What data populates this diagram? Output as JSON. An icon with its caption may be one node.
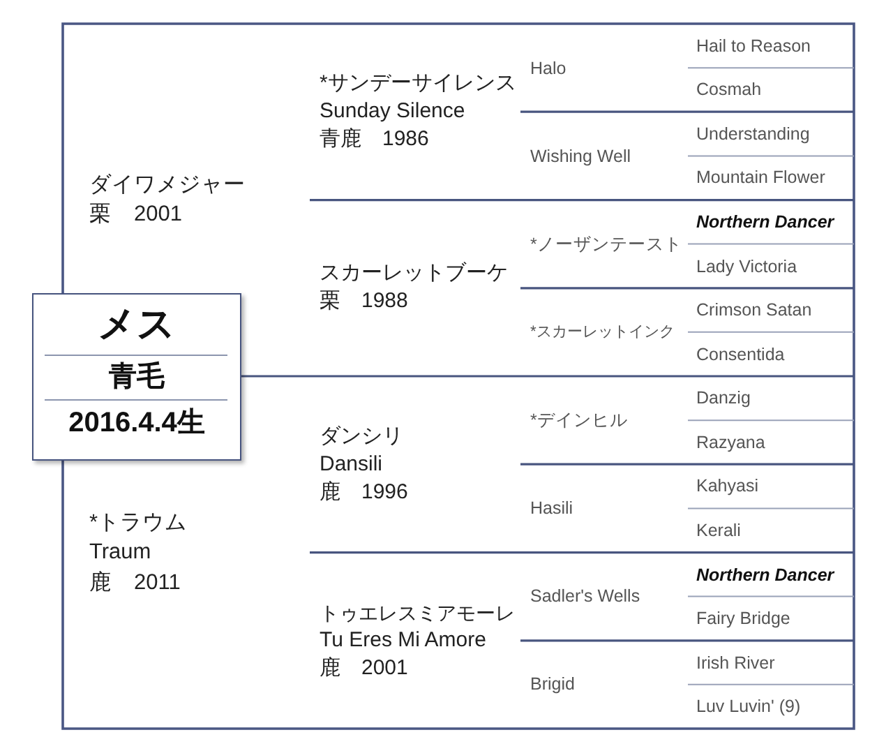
{
  "diagram": {
    "nodes": [
      {
        "text": [
          "メス",
          "青毛",
          "2016.4.4生"
        ]
      },
      {
        "text": [
          "ダイワメジャー",
          "栗　2001"
        ]
      },
      {
        "text": [
          "*サンデーサイレンス",
          "Sunday Silence",
          "青鹿　1986"
        ]
      },
      {
        "text": [
          "Halo"
        ]
      },
      {
        "text": [
          "Hail to Reason"
        ]
      },
      {
        "text": [
          "Cosmah"
        ]
      },
      {
        "text": [
          "Wishing Well"
        ]
      },
      {
        "text": [
          "Understanding"
        ]
      },
      {
        "text": [
          "Mountain Flower"
        ]
      },
      {
        "text": [
          "スカーレットブーケ",
          "栗　1988"
        ]
      },
      {
        "text": [
          "*ノーザンテースト"
        ]
      },
      {
        "text": [
          "Northern Dancer"
        ]
      },
      {
        "text": [
          "Lady Victoria"
        ]
      },
      {
        "text": [
          "*スカーレットインク"
        ]
      },
      {
        "text": [
          "Crimson Satan"
        ]
      },
      {
        "text": [
          "Consentida"
        ]
      },
      {
        "text": [
          "*トラウム",
          "Traum",
          "鹿　2011"
        ]
      },
      {
        "text": [
          "ダンシリ",
          "Dansili",
          "鹿　1996"
        ]
      },
      {
        "text": [
          "*デインヒル"
        ]
      },
      {
        "text": [
          "Danzig"
        ]
      },
      {
        "text": [
          "Razyana"
        ]
      },
      {
        "text": [
          "Hasili"
        ]
      },
      {
        "text": [
          "Kahyasi"
        ]
      },
      {
        "text": [
          "Kerali"
        ]
      },
      {
        "text": [
          "トゥエレスミアモーレ",
          "Tu Eres Mi Amore",
          "鹿　2001"
        ]
      },
      {
        "text": [
          "Sadler's Wells"
        ]
      },
      {
        "text": [
          "Northern Dancer"
        ]
      },
      {
        "text": [
          "Fairy Bridge"
        ]
      },
      {
        "text": [
          "Brigid"
        ]
      },
      {
        "text": [
          "Irish River"
        ]
      },
      {
        "text": [
          "Luv Luvin' (9)"
        ]
      }
    ]
  }
}
